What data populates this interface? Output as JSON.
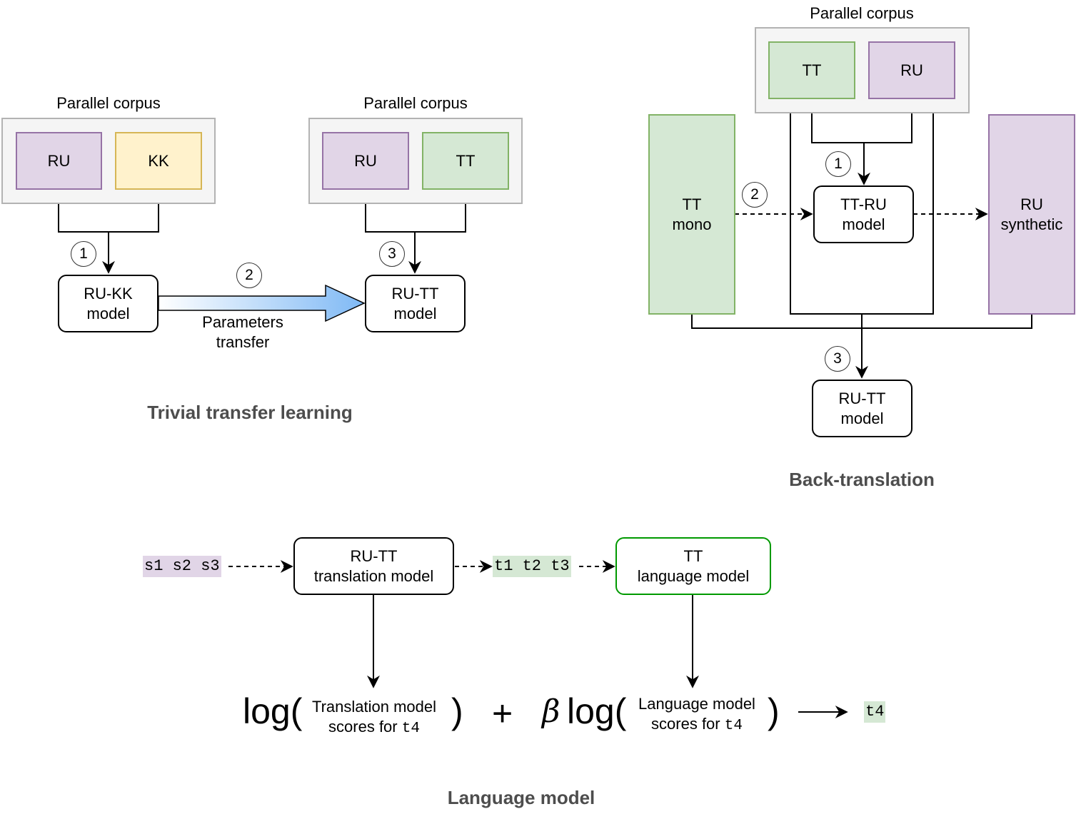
{
  "trivial": {
    "heading": "Trivial transfer learning",
    "corpus1_label": "Parallel corpus",
    "corpus1_left": "RU",
    "corpus1_right": "KK",
    "corpus2_label": "Parallel corpus",
    "corpus2_left": "RU",
    "corpus2_right": "TT",
    "model1": "RU-KK\nmodel",
    "model2": "RU-TT\nmodel",
    "transfer_label": "Parameters\ntransfer",
    "step1": "1",
    "step2": "2",
    "step3": "3"
  },
  "backtranslation": {
    "heading": "Back-translation",
    "corpus_label": "Parallel corpus",
    "corpus_left": "TT",
    "corpus_right": "RU",
    "mono": "TT\nmono",
    "synthetic": "RU\nsynthetic",
    "model_mid": "TT-RU\nmodel",
    "model_out": "RU-TT\nmodel",
    "step1": "1",
    "step2": "2",
    "step3": "3"
  },
  "language_model": {
    "heading": "Language model",
    "source_tokens": "s1 s2 s3",
    "translation_model": "RU-TT\ntranslation model",
    "target_tokens": "t1 t2 t3",
    "lm_model": "TT\nlanguage model",
    "formula": {
      "log1": "log(",
      "tm_line1": "Translation model",
      "tm_line2": "scores for",
      "tm_token": "t4",
      "close1": ")",
      "plus": "+",
      "beta": "β",
      "log2": "log(",
      "lm_line1": "Language model",
      "lm_line2": "scores for",
      "lm_token": "t4",
      "close2": ")",
      "result": "t4"
    }
  },
  "colors": {
    "purple_fill": "#e1d5e7",
    "purple_stroke": "#9673a6",
    "green_fill": "#d5e8d4",
    "green_stroke": "#82b366",
    "yellow_fill": "#fff2cc",
    "yellow_stroke": "#d6b656",
    "transfer_arrow_start": "#ffffff",
    "transfer_arrow_end": "#7fb9f5",
    "lm_box_stroke": "#009900"
  }
}
